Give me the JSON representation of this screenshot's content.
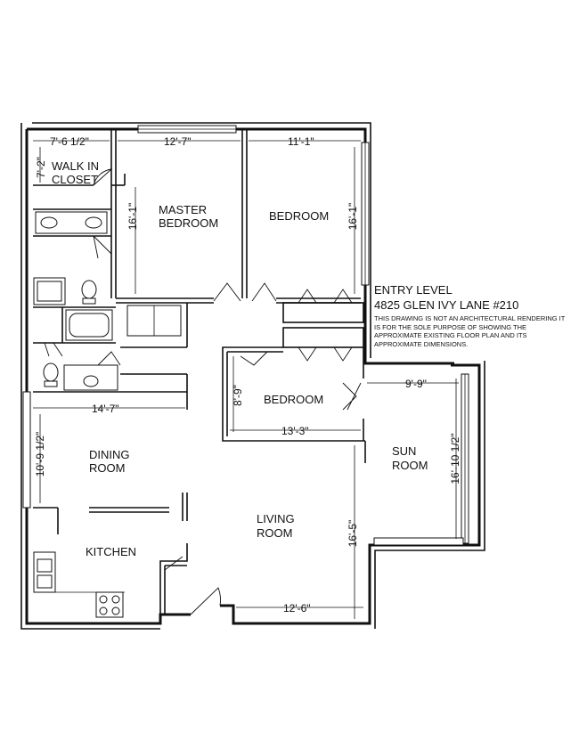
{
  "note": {
    "level": "ENTRY LEVEL",
    "address": "4825 GLEN IVY LANE #210",
    "disclaimer": "THIS DRAWING IS NOT AN ARCHITECTURAL RENDERING IT IS FOR THE SOLE PURPOSE OF SHOWING THE APPROXIMATE EXISTING FLOOR PLAN AND ITS APPROXIMATE DIMENSIONS."
  },
  "rooms": {
    "walk_in_closet_1": "WALK IN",
    "walk_in_closet_2": "CLOSET",
    "master_bedroom_1": "MASTER",
    "master_bedroom_2": "BEDROOM",
    "bedroom_1": "BEDROOM",
    "bedroom_2": "BEDROOM",
    "dining_1": "DINING",
    "dining_2": "ROOM",
    "living_1": "LIVING",
    "living_2": "ROOM",
    "kitchen": "KITCHEN",
    "sun_1": "SUN",
    "sun_2": "ROOM"
  },
  "dimensions": {
    "closet_w": "7'-6 1/2\"",
    "closet_h": "7'-2\"",
    "master_w": "12'-7\"",
    "master_h": "16'-1\"",
    "bed1_w": "11'-1\"",
    "bed1_h": "16'-1\"",
    "bed2_h": "8'-9\"",
    "bed2_w": "13'-3\"",
    "dining_w": "14'-7\"",
    "dining_h": "10'-9 1/2\"",
    "sun_w": "9'-9\"",
    "sun_h": "16'-10 1/2\"",
    "living_h": "16'-5\"",
    "living_w": "12'-6\""
  }
}
